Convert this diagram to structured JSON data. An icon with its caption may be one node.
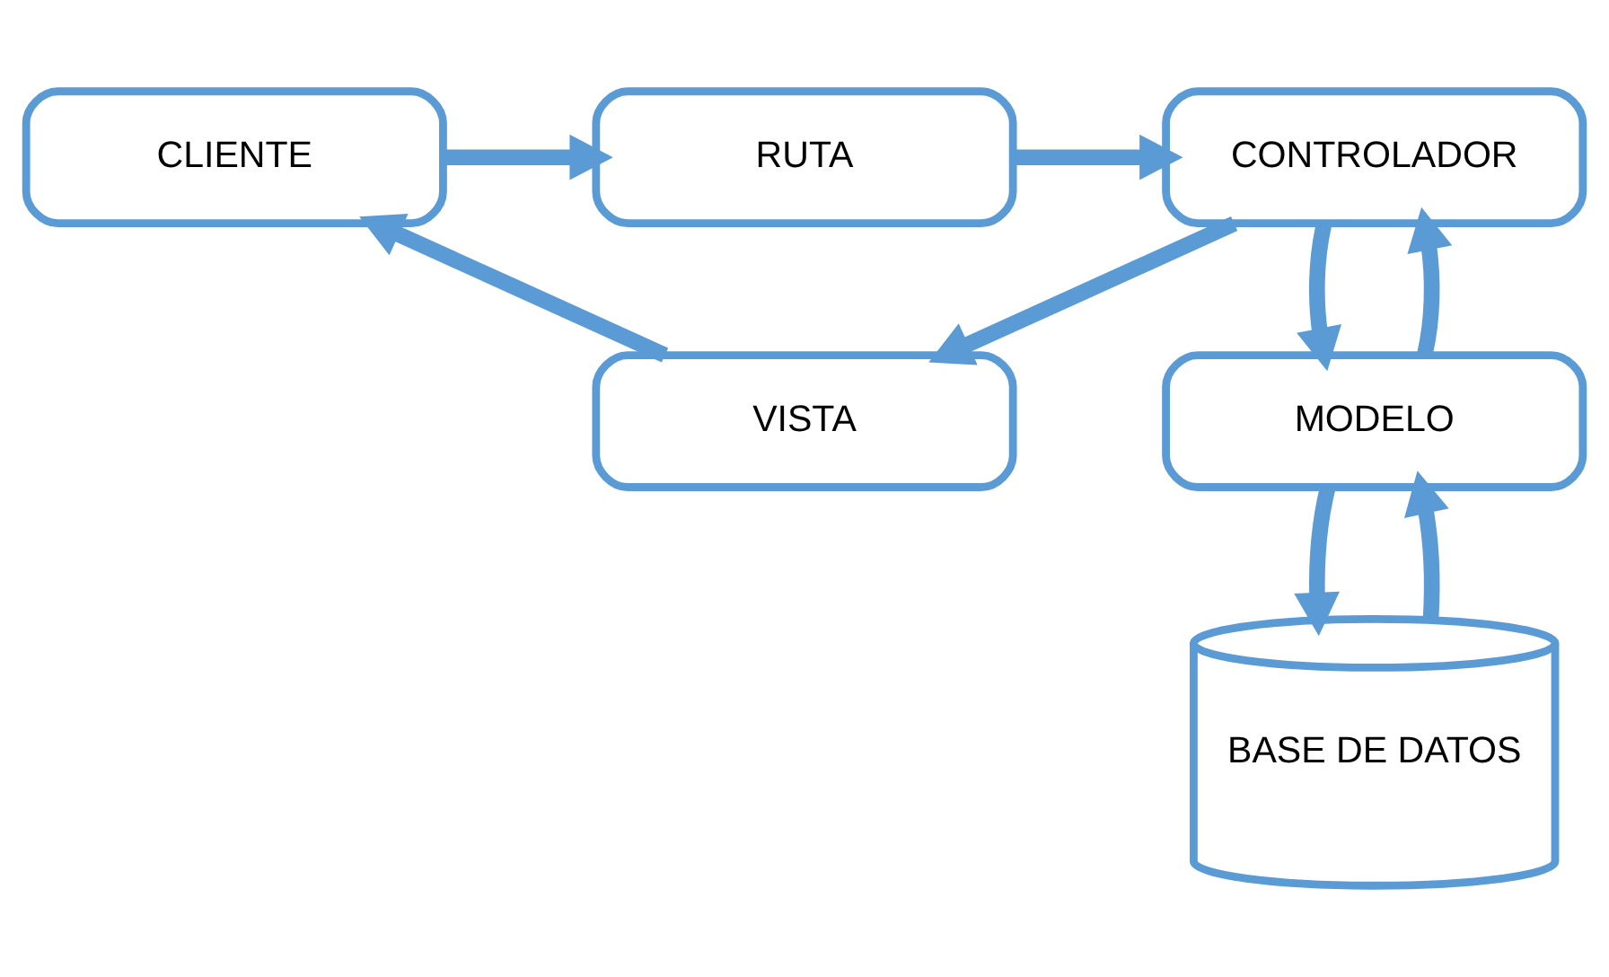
{
  "diagram": {
    "nodes": [
      {
        "text": [
          "CLIENTE"
        ]
      },
      {
        "text": [
          "RUTA"
        ]
      },
      {
        "text": [
          "CONTROLADOR"
        ]
      },
      {
        "text": [
          "VISTA"
        ]
      },
      {
        "text": [
          "MODELO"
        ]
      },
      {
        "text": [
          "BASE DE DATOS"
        ]
      }
    ],
    "edges": [
      {
        "from": 0,
        "to": 1,
        "arrow": "to"
      },
      {
        "from": 1,
        "to": 2,
        "arrow": "to"
      },
      {
        "from": 2,
        "to": 3,
        "arrow": "to"
      },
      {
        "from": 3,
        "to": 0,
        "arrow": "to"
      },
      {
        "from": 2,
        "to": 4,
        "arrow": "to"
      },
      {
        "from": 4,
        "to": 2,
        "arrow": "to"
      },
      {
        "from": 4,
        "to": 5,
        "arrow": "to"
      },
      {
        "from": 5,
        "to": 4,
        "arrow": "to"
      }
    ]
  }
}
